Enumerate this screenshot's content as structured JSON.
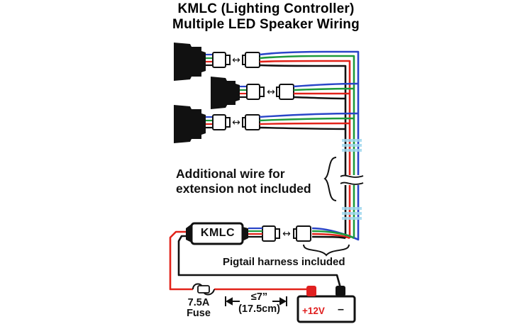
{
  "title": {
    "line1": "KMLC (Lighting Controller)",
    "line2": "Multiple LED Speaker Wiring"
  },
  "labels": {
    "extension_note_line1": "Additional wire for",
    "extension_note_line2": "extension not included",
    "pigtail_note": "Pigtail harness included",
    "controller": "KMLC",
    "fuse_line1": "7.5A",
    "fuse_line2": "Fuse",
    "distance_line1": "≤7”",
    "distance_line2": "(17.5cm)",
    "battery_positive": "+12V",
    "battery_negative": "–"
  },
  "colors": {
    "wire_blue": "#2a46c8",
    "wire_green": "#1e9a3c",
    "wire_red": "#e2231a",
    "wire_black": "#111111",
    "extension_highlight": "#9fd8ee",
    "positive_terminal": "#e02020"
  },
  "icons": {
    "speaker": "speaker-icon",
    "connector": "molex-connector-icon",
    "fuse": "inline-fuse-icon",
    "battery": "battery-icon"
  }
}
